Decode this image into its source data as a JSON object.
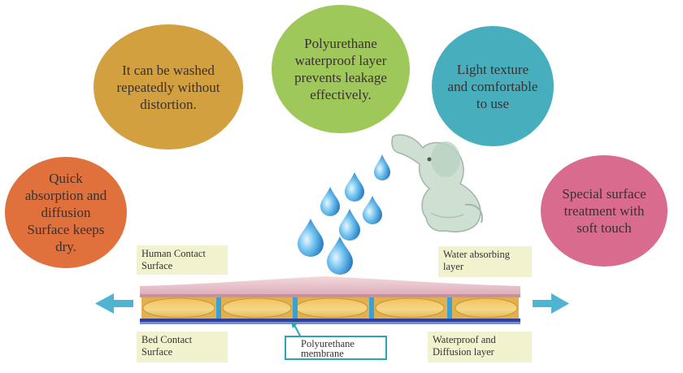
{
  "bubbles": {
    "quick": {
      "line1": "Quick",
      "line2": "absorption and",
      "line3": "diffusion",
      "line4": "Surface keeps",
      "line5": "dry.",
      "color": "#e0713c"
    },
    "wash": {
      "line1": "It can be washed",
      "line2": "repeatedly without",
      "line3": "distortion.",
      "color": "#d3a040"
    },
    "poly": {
      "line1": "Polyurethane",
      "line2": "waterproof layer",
      "line3": "prevents  leakage",
      "line4": "effectively.",
      "color": "#9ec95a"
    },
    "light": {
      "line1": "Light texture",
      "line2": "and comfortable",
      "line3": "to use",
      "color": "#47aebd"
    },
    "special": {
      "line1": "Special surface",
      "line2": "treatment with",
      "line3": "soft touch",
      "color": "#d96b8f"
    }
  },
  "labels": {
    "human": {
      "line1": "Human Contact",
      "line2": "Surface"
    },
    "water_absorbing": {
      "line1": "Water absorbing",
      "line2": "layer"
    },
    "bed": {
      "line1": "Bed Contact",
      "line2": "Surface"
    },
    "membrane": {
      "line1": "Polyurethane",
      "line2": "membrane"
    },
    "waterproof_diffusion": {
      "line1": "Waterproof and",
      "line2": "Diffusion layer"
    }
  },
  "icons": [
    "water-drop-icon",
    "elephant-figure",
    "arrow-left-icon",
    "arrow-right-icon"
  ],
  "colors": {
    "arrow": "#4fb3d2",
    "drop": "#3c9ed8",
    "label_bg": "#f3f2cf",
    "membrane_border": "#2aa5b8"
  }
}
